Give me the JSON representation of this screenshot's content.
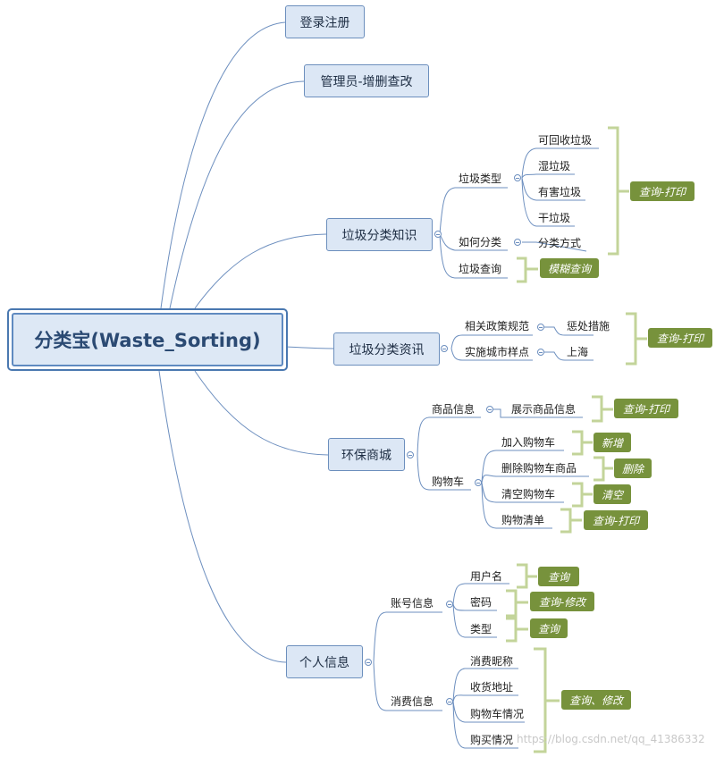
{
  "root": {
    "label": "分类宝(Waste_Sorting)"
  },
  "branches": {
    "login": {
      "label": "登录注册"
    },
    "admin": {
      "label": "管理员-增删查改"
    },
    "knowledge": {
      "label": "垃圾分类知识",
      "type_group": {
        "label": "垃圾类型",
        "items": [
          "可回收垃圾",
          "湿垃圾",
          "有害垃圾",
          "干垃圾"
        ]
      },
      "how_group": {
        "label": "如何分类",
        "items": [
          "分类方式"
        ]
      },
      "query": {
        "label": "垃圾查询"
      },
      "tags": {
        "view_print": "查询-打印",
        "fuzzy": "模糊查询"
      }
    },
    "news": {
      "label": "垃圾分类资讯",
      "policy": {
        "label": "相关政策规范",
        "item": "惩处措施"
      },
      "pilot": {
        "label": "实施城市样点",
        "item": "上海"
      },
      "tags": {
        "view_print": "查询-打印"
      }
    },
    "mall": {
      "label": "环保商城",
      "goods": {
        "label": "商品信息",
        "item": "展示商品信息"
      },
      "cart": {
        "label": "购物车",
        "items": [
          "加入购物车",
          "删除购物车商品",
          "清空购物车",
          "购物清单"
        ]
      },
      "tags": {
        "goods_view": "查询-打印",
        "add": "新增",
        "delete": "删除",
        "clear": "清空",
        "list_view": "查询-打印"
      }
    },
    "personal": {
      "label": "个人信息",
      "account": {
        "label": "账号信息",
        "items": [
          "用户名",
          "密码",
          "类型"
        ]
      },
      "consume": {
        "label": "消费信息",
        "items": [
          "消费昵称",
          "收货地址",
          "购物车情况",
          "购买情况"
        ]
      },
      "tags": {
        "username": "查询",
        "password": "查询-修改",
        "type": "查询",
        "consume": "查询、修改"
      }
    }
  },
  "watermark": "https://blog.csdn.net/qq_41386332",
  "colors": {
    "connector": "#6d8fbf",
    "bracket": "#c3d49a",
    "tag_fill": "#77923c",
    "node_fill": "#dce7f5"
  }
}
